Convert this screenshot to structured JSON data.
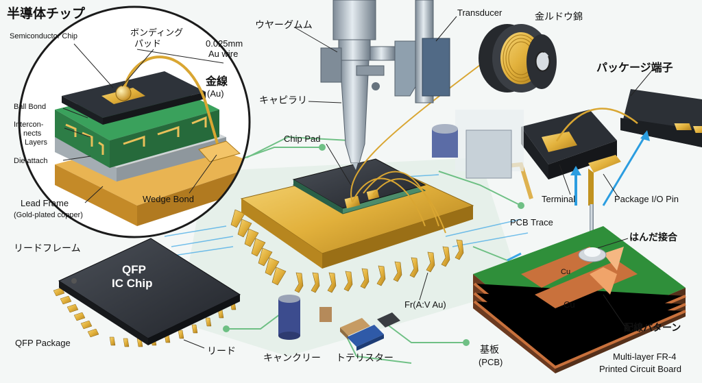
{
  "labels": {
    "semiconductor_chip_jp": "半導体チップ",
    "semiconductor_chip_en": "Semiconductor Chip",
    "bonding_pad_jp_1": "ボンディング",
    "bonding_pad_jp_2": "パッド",
    "au_wire_1": "0.025mm",
    "au_wire_2": "Au wire",
    "gold_wire_jp": "金線",
    "gold_wire_en": "(Au)",
    "ball_bond": "Ball Bond",
    "interconnects_1": "Intercon-",
    "interconnects_2": "nects",
    "interconnects_3": "Layers",
    "die_attach": "Die attach",
    "wedge_bond": "Wedge Bond",
    "lead_frame": "Lead Frame",
    "lead_frame_sub": "(Gold-plated copper)",
    "lead_frame_jp": "リードフレーム",
    "qfp_chip_1": "QFP",
    "qfp_chip_2": "IC Chip",
    "qfp_package": "QFP Package",
    "lead_jp": "リード",
    "ultrasonic_jp": "ウヤーグムム",
    "capillary_jp": "キャピラリ",
    "chip_pad": "Chip Pad",
    "transducer": "Transducer",
    "gold_spool_jp": "金ルドウ錦",
    "package_terminal_jp": "パッケージ端子",
    "terminal": "Terminal",
    "package_io_pin": "Package I/O Pin",
    "pcb_trace": "PCB Trace",
    "solder_joint_jp": "はんだ接合",
    "cu_1": "Cu",
    "cu_2": "Cu",
    "fr_au": "Fr(A:V Au)",
    "wiring_pattern_jp": "配線パターン",
    "substrate_jp": "基板",
    "substrate_en": "(PCB)",
    "multilayer_1": "Multi-layer FR-4",
    "multilayer_2": "Printed Circuit Board",
    "capacitor_jp": "キャンクリー",
    "transistor_jp": "トテリスター"
  },
  "colors": {
    "pcb_green": "#2f8f3a",
    "trace_copper": "#c9713c",
    "gold": "#e2b13c",
    "chip_dark": "#2b2f36",
    "signal_blue": "#3aa6e6"
  }
}
